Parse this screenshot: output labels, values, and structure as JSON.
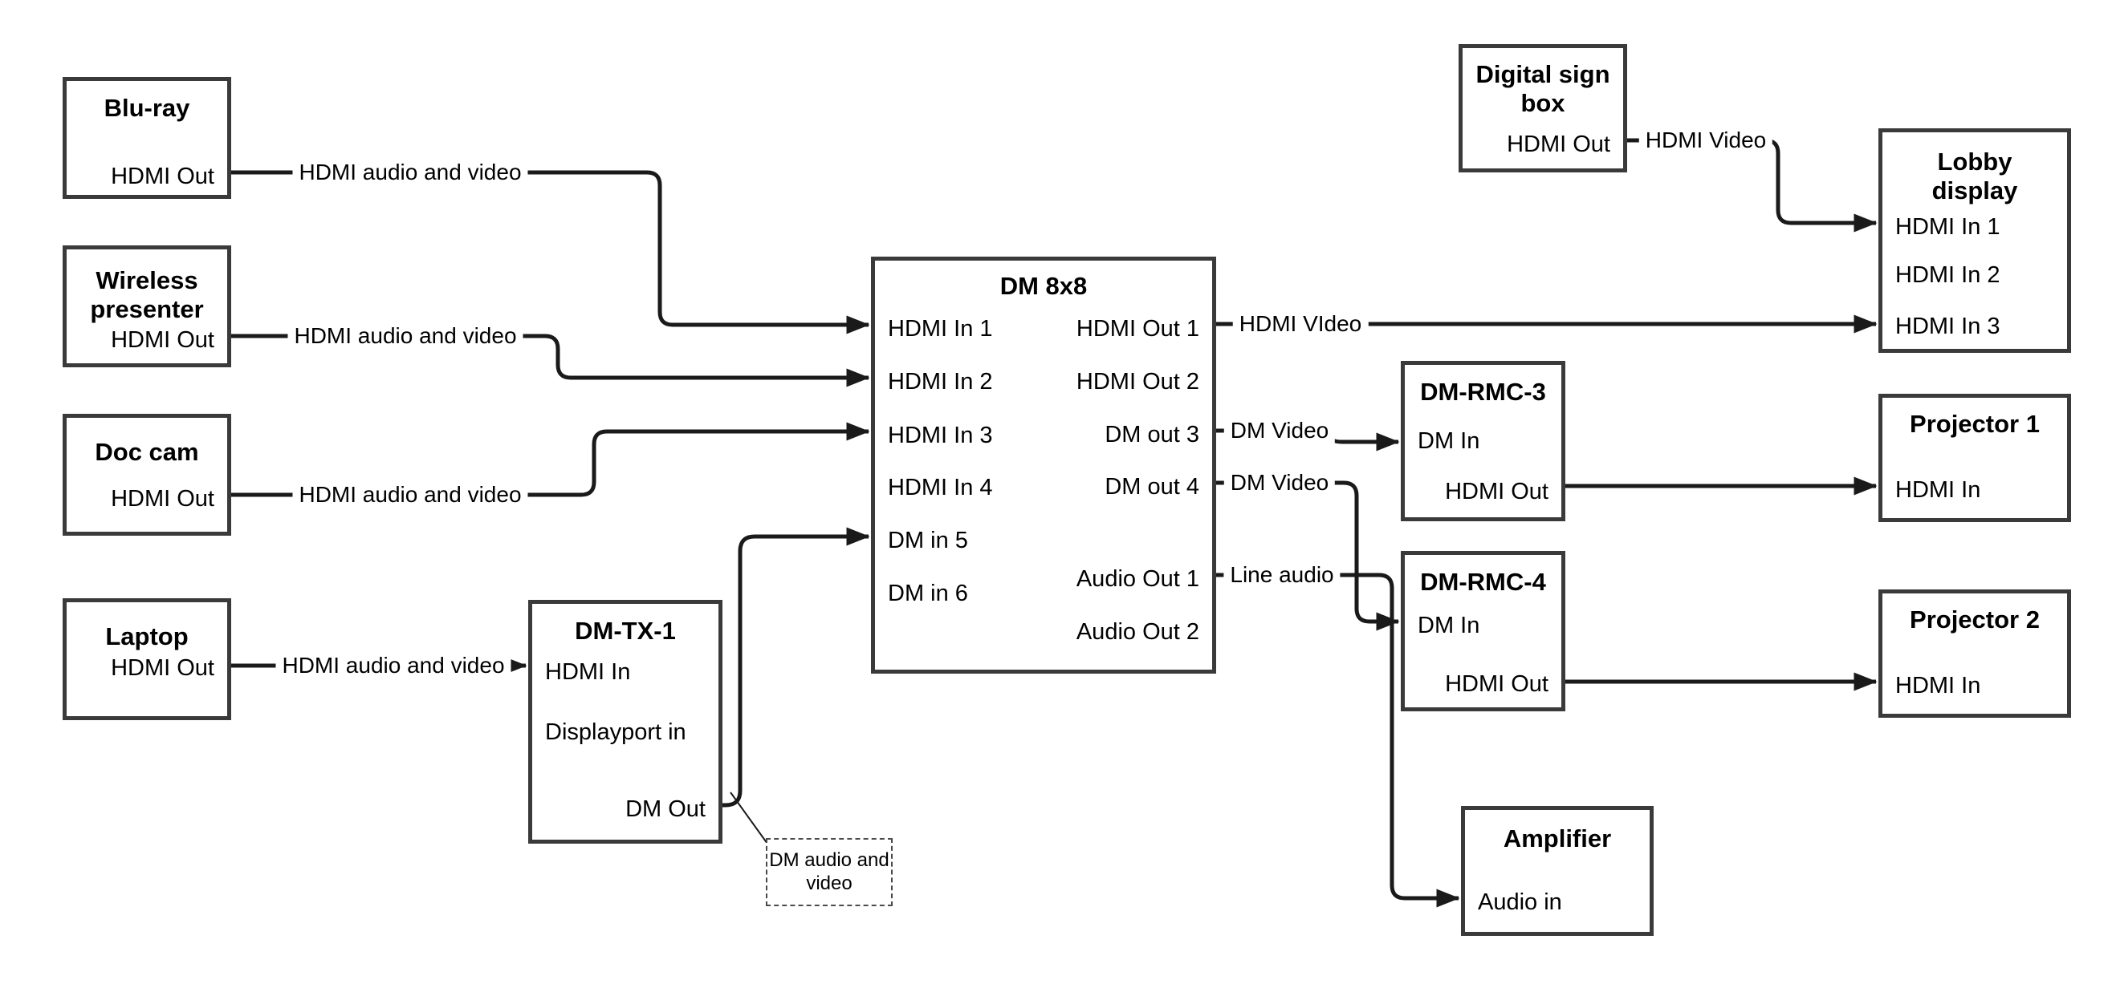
{
  "colors": {
    "background": "#ffffff",
    "line": "#1a1a1a",
    "box_border": "#3a3a3a",
    "text": "#000000"
  },
  "nodes": {
    "blu_ray": {
      "title": "Blu-ray",
      "port_out": "HDMI Out"
    },
    "wireless_presenter": {
      "title_line1": "Wireless",
      "title_line2": "presenter",
      "port_out": "HDMI Out"
    },
    "doc_cam": {
      "title": "Doc cam",
      "port_out": "HDMI Out"
    },
    "laptop": {
      "title": "Laptop",
      "port_out": "HDMI Out"
    },
    "dm_tx_1": {
      "title": "DM-TX-1",
      "port_hdmi_in": "HDMI In",
      "port_displayport_in": "Displayport in",
      "port_dm_out": "DM Out"
    },
    "dm_8x8": {
      "title": "DM 8x8",
      "inputs": [
        "HDMI In 1",
        "HDMI In 2",
        "HDMI In 3",
        "HDMI In 4",
        "DM in 5",
        "DM in 6"
      ],
      "outputs": [
        "HDMI Out 1",
        "HDMI Out 2",
        "DM out 3",
        "DM out 4",
        "Audio Out 1",
        "Audio Out 2"
      ]
    },
    "dm_rmc_3": {
      "title": "DM-RMC-3",
      "port_dm_in": "DM In",
      "port_hdmi_out": "HDMI Out"
    },
    "dm_rmc_4": {
      "title": "DM-RMC-4",
      "port_dm_in": "DM In",
      "port_hdmi_out": "HDMI Out"
    },
    "digital_sign_box": {
      "title_line1": "Digital sign",
      "title_line2": "box",
      "port_out": "HDMI Out"
    },
    "amplifier": {
      "title": "Amplifier",
      "port_in": "Audio in"
    },
    "lobby_display": {
      "title_line1": "Lobby",
      "title_line2": "display",
      "ports": [
        "HDMI In 1",
        "HDMI In 2",
        "HDMI In 3"
      ]
    },
    "projector_1": {
      "title": "Projector 1",
      "port_in": "HDMI In"
    },
    "projector_2": {
      "title": "Projector 2",
      "port_in": "HDMI In"
    }
  },
  "wire_labels": {
    "blu_ray_to_dm8x8": "HDMI audio and video",
    "wireless_to_dm8x8": "HDMI audio and video",
    "doc_cam_to_dm8x8": "HDMI audio and video",
    "laptop_to_dm_tx_1": "HDMI audio and video",
    "hdmi_out_1_to_lobby": "HDMI VIdeo",
    "dm_out_3_to_rmc3": "DM Video",
    "dm_out_4_to_rmc4": "DM Video",
    "audio_out_1_to_amplifier": "Line audio",
    "digital_sign_to_lobby": "HDMI Video"
  },
  "note": {
    "line1": "DM audio and",
    "line2": "video"
  }
}
